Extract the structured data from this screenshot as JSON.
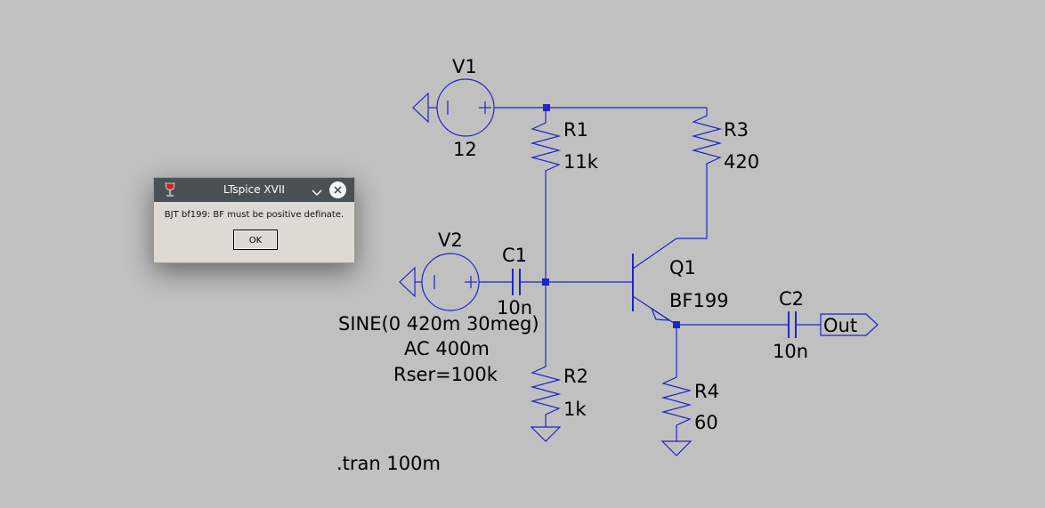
{
  "dialog": {
    "title": "LTspice XVII",
    "message": "BJT bf199: BF must be positive definate.",
    "ok_label": "OK"
  },
  "schematic": {
    "v1": {
      "name": "V1",
      "value": "12"
    },
    "v2": {
      "name": "V2",
      "value_line1": "SINE(0 420m 30meg)",
      "value_line2": "AC 400m",
      "value_line3": "Rser=100k"
    },
    "r1": {
      "name": "R1",
      "value": "11k"
    },
    "r2": {
      "name": "R2",
      "value": "1k"
    },
    "r3": {
      "name": "R3",
      "value": "420"
    },
    "r4": {
      "name": "R4",
      "value": "60"
    },
    "c1": {
      "name": "C1",
      "value": "10n"
    },
    "c2": {
      "name": "C2",
      "value": "10n"
    },
    "q1": {
      "name": "Q1",
      "model": "BF199"
    },
    "out_label": "Out",
    "directive": ".tran 100m"
  },
  "colors": {
    "canvas": "#c0c0c0",
    "wire": "#1f25c8",
    "dialog_titlebar": "#4a5156",
    "dialog_body": "#dddad4"
  },
  "icons": {
    "app": "ltspice-wine-glass-icon",
    "minimize": "chevron-down-icon",
    "close": "close-icon"
  }
}
